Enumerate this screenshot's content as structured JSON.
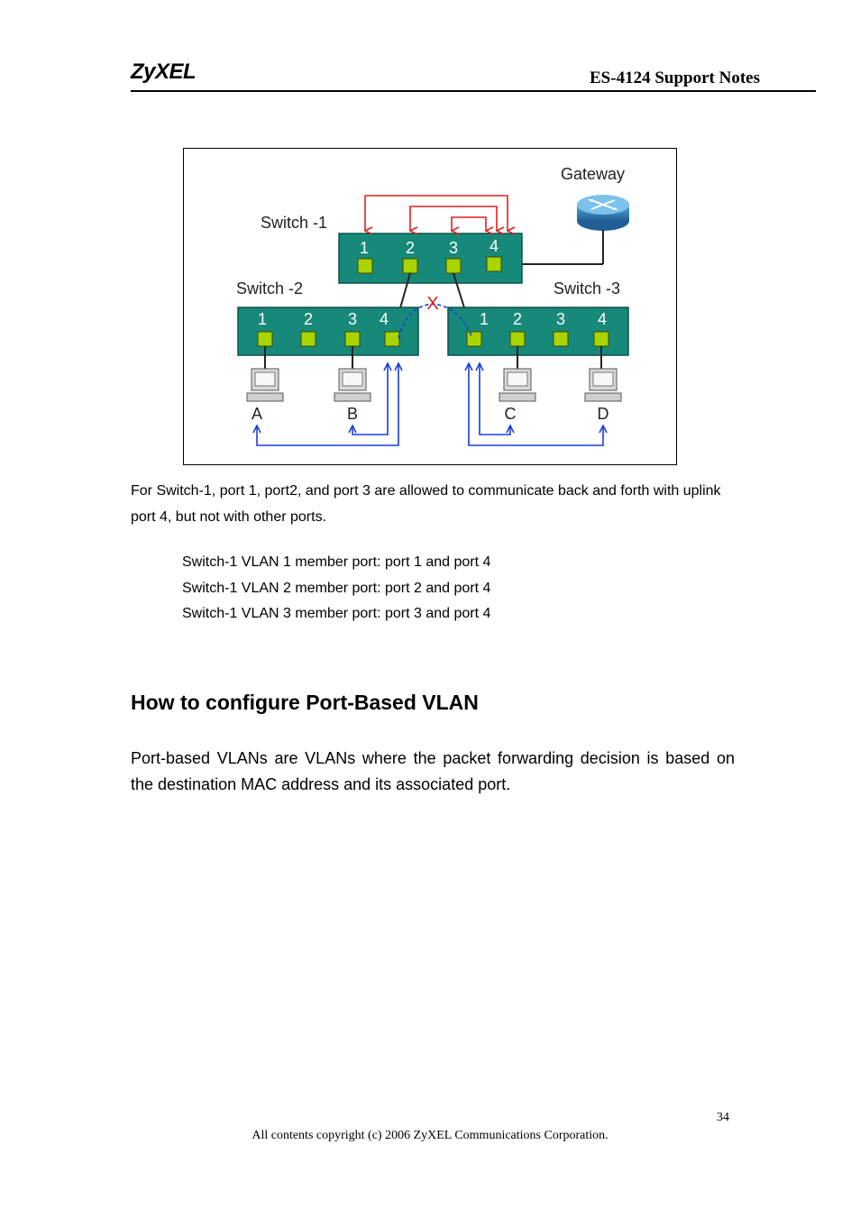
{
  "header": {
    "logo": "ZyXEL",
    "title": "ES-4124 Support Notes"
  },
  "diagram": {
    "gateway_label": "Gateway",
    "switch1_label": "Switch -1",
    "switch2_label": "Switch -2",
    "switch3_label": "Switch -3",
    "port_labels": [
      "1",
      "2",
      "3",
      "4"
    ],
    "blocked_mark": "X",
    "hosts": [
      "A",
      "B",
      "C",
      "D"
    ],
    "colors": {
      "switch": "#17897a",
      "port": "#a8d400",
      "switch1_links": "#e02020",
      "host_links": "#1a3fd9",
      "blocked": "#e02020"
    }
  },
  "paragraph1": "For Switch-1, port 1, port2, and port 3 are allowed to communicate back and forth with uplink port 4, but not with other ports.",
  "vlan_members": [
    "Switch-1 VLAN 1 member port: port 1 and port 4",
    "Switch-1 VLAN 2 member port: port 2 and port 4",
    "Switch-1 VLAN 3 member port: port 3 and port 4"
  ],
  "section_heading": "How to configure Port-Based VLAN",
  "paragraph2": "Port-based VLANs are VLANs where the packet forwarding decision is based on the destination MAC address and its associated port.",
  "page_number": "34",
  "footer": "All contents copyright (c) 2006 ZyXEL Communications Corporation."
}
